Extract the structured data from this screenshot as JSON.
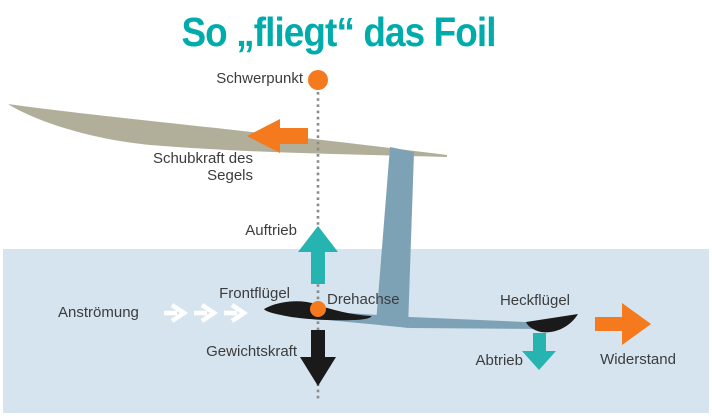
{
  "title": "So „fliegt“ das Foil",
  "colors": {
    "title_teal": "#00ABAB",
    "arrow_teal": "#25B4B0",
    "orange": "#F5791D",
    "black": "#1A1A1A",
    "board_tan": "#B1AE9A",
    "foil_bluegray": "#7EA2B5",
    "water_blue": "#D5E4EF",
    "label_text": "#3C3C3C",
    "dot_gray": "#8A8A8A",
    "white": "#FFFFFF"
  },
  "labels": {
    "schwerpunkt": "Schwerpunkt",
    "schubkraft_line1": "Schubkraft des",
    "schubkraft_line2": "Segels",
    "auftrieb": "Auftrieb",
    "frontfluegel": "Frontflügel",
    "drehachse": "Drehachse",
    "anstroemung": "Anströmung",
    "gewichtskraft": "Gewichtskraft",
    "heckfluegel": "Heckflügel",
    "abtrieb": "Abtrieb",
    "widerstand": "Widerstand"
  }
}
